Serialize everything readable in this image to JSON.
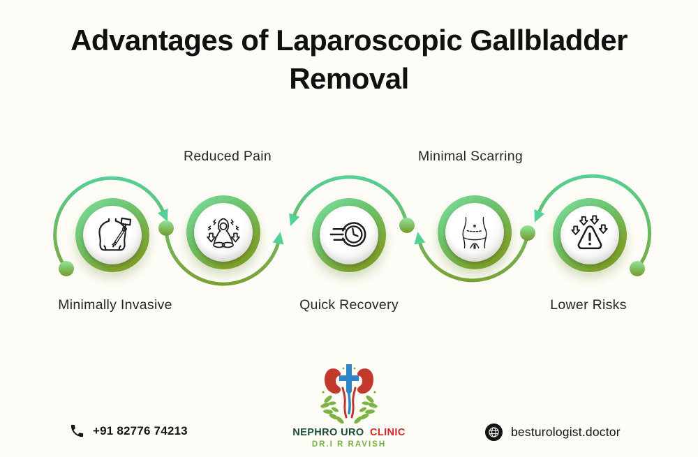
{
  "title": {
    "line1": "Advantages of Laparoscopic Gallbladder",
    "line2": "Removal"
  },
  "steps": [
    {
      "label": "Minimally Invasive",
      "icon": "torso-laparoscope-icon",
      "label_position": "below"
    },
    {
      "label": "Reduced Pain",
      "icon": "meditation-pain-relief-icon",
      "label_position": "above"
    },
    {
      "label": "Quick Recovery",
      "icon": "speed-clock-icon",
      "label_position": "below"
    },
    {
      "label": "Minimal Scarring",
      "icon": "abdomen-scar-icon",
      "label_position": "above"
    },
    {
      "label": "Lower Risks",
      "icon": "warning-down-arrows-icon",
      "label_position": "below"
    }
  ],
  "footer": {
    "phone": "+91 82776 74213",
    "website": "besturologist.doctor",
    "clinic_name_primary": "NEPHRO URO",
    "clinic_name_accent": "CLINIC",
    "clinic_subtitle": "DR.I R RAVISH"
  },
  "colors": {
    "flow_green_light": "#57cf96",
    "flow_olive": "#7d9c28",
    "clinic_primary": "#1d4b3a",
    "clinic_accent": "#cb2a27",
    "clinic_subtitle": "#76b043",
    "kidney_red": "#c0392b",
    "ureter_blue": "#2e86c8",
    "leaf_green": "#7cb342"
  }
}
